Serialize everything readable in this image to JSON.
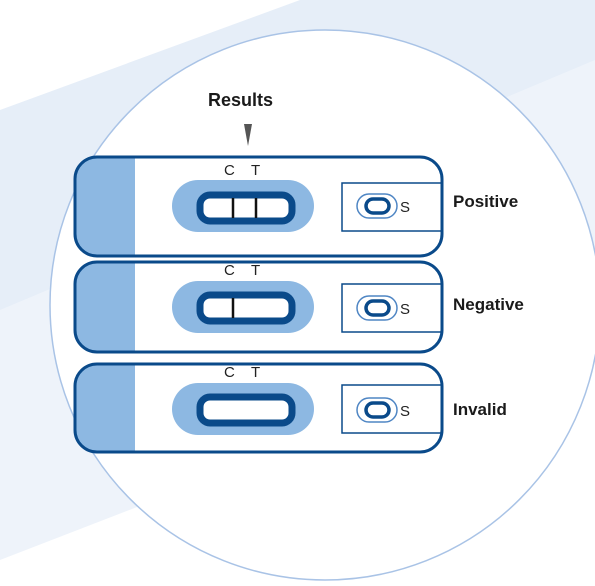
{
  "header": {
    "results_label": "Results"
  },
  "cassettes": [
    {
      "result": "Positive",
      "c_label": "C",
      "t_label": "T",
      "s_label": "S",
      "c_line": true,
      "t_line": true
    },
    {
      "result": "Negative",
      "c_label": "C",
      "t_label": "T",
      "s_label": "S",
      "c_line": true,
      "t_line": false
    },
    {
      "result": "Invalid",
      "c_label": "C",
      "t_label": "T",
      "s_label": "S",
      "c_line": false,
      "t_line": false
    }
  ],
  "colors": {
    "outline": "#0a4a8a",
    "handle_fill": "#8db8e2",
    "window_fill": "#8db8e2",
    "background_band": "#e6eef8",
    "circle_stroke": "#a9c3e6"
  }
}
